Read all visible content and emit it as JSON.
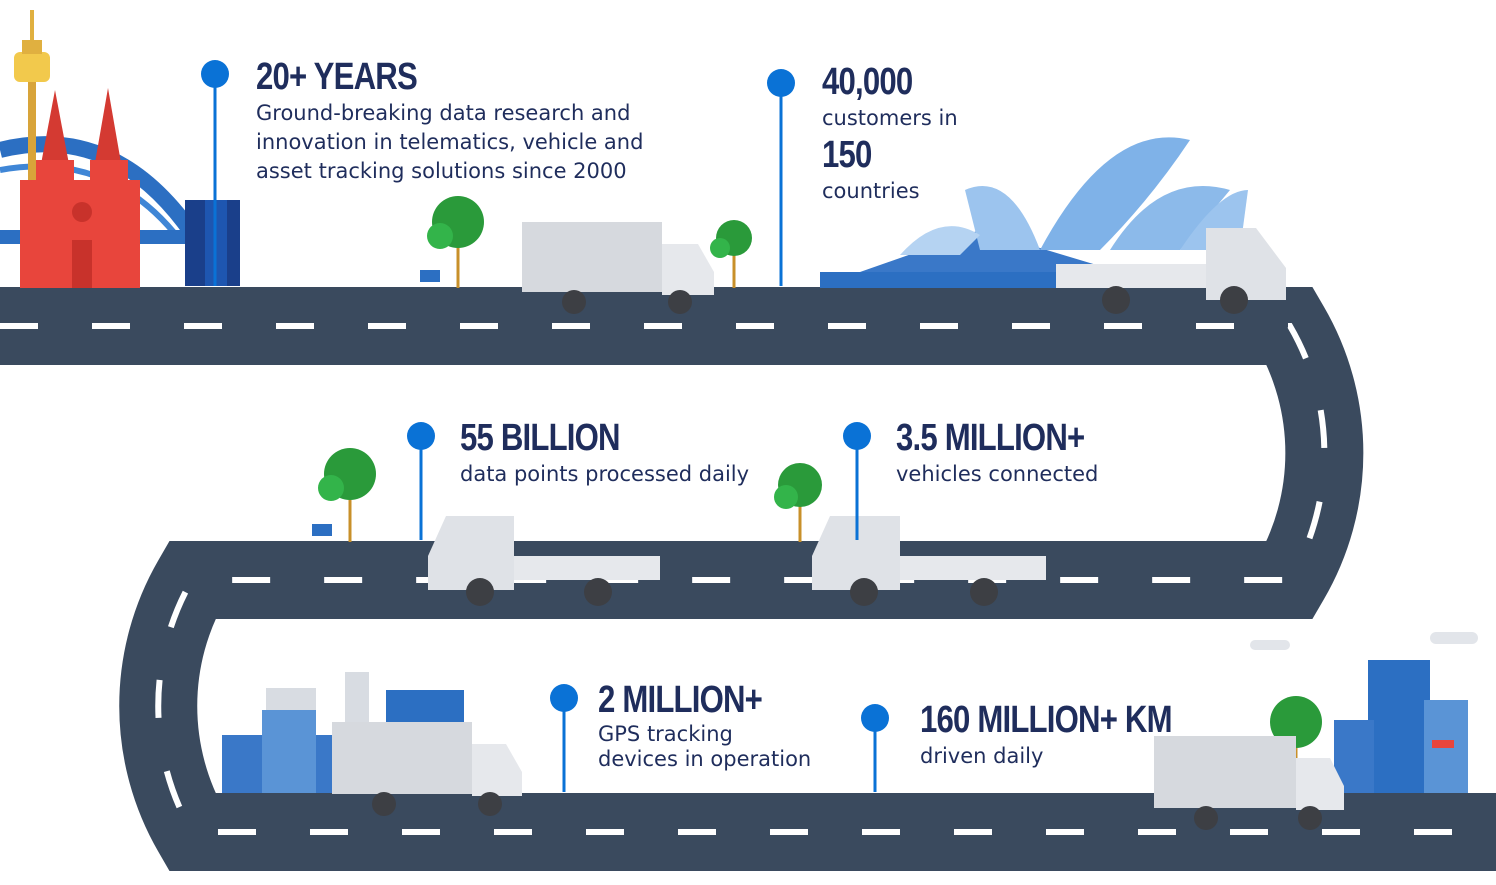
{
  "milestones": [
    {
      "headline": "20+ YEARS",
      "lines": [
        "Ground-breaking data research and",
        "innovation in telematics, vehicle and",
        "asset tracking solutions since 2000"
      ]
    },
    {
      "headline": "40,000",
      "lines": [
        "customers in"
      ],
      "second_number": "150",
      "second_lines": [
        "countries"
      ]
    },
    {
      "headline": "55 BILLION",
      "lines": [
        "data points processed daily"
      ]
    },
    {
      "headline": "3.5 MILLION+",
      "lines": [
        "vehicles connected"
      ]
    },
    {
      "headline": "2 MILLION+",
      "lines": [
        "GPS tracking",
        "devices in operation"
      ]
    },
    {
      "headline": "160 MILLION+ KM",
      "lines": [
        "driven daily"
      ]
    }
  ],
  "colors": {
    "road": "#3a4a5e",
    "pin": "#0a72d6",
    "text": "#1f2d5c",
    "truck": "#d6d9de",
    "tree": "#2a9a3a",
    "building_red": "#e8453c",
    "building_blue": "#3a78c8"
  }
}
